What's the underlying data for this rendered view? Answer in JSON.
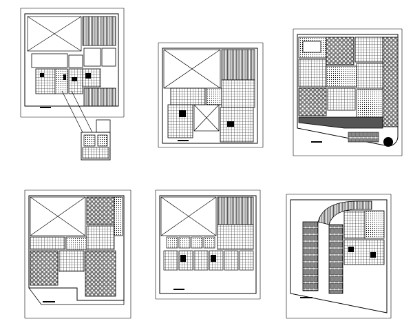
{
  "sheet": {
    "description_visible_text": "",
    "plans": [
      {
        "id": "plan-1",
        "kind": "rect-with-annex"
      },
      {
        "id": "plan-2",
        "kind": "rect"
      },
      {
        "id": "plan-3",
        "kind": "lot-with-round-corner"
      },
      {
        "id": "plan-4",
        "kind": "rect-with-cut"
      },
      {
        "id": "plan-5",
        "kind": "rect"
      },
      {
        "id": "plan-6",
        "kind": "curved-ramp"
      }
    ]
  },
  "colors": {
    "ink": "#000000",
    "paper": "#ffffff",
    "hatch": "#000000"
  }
}
